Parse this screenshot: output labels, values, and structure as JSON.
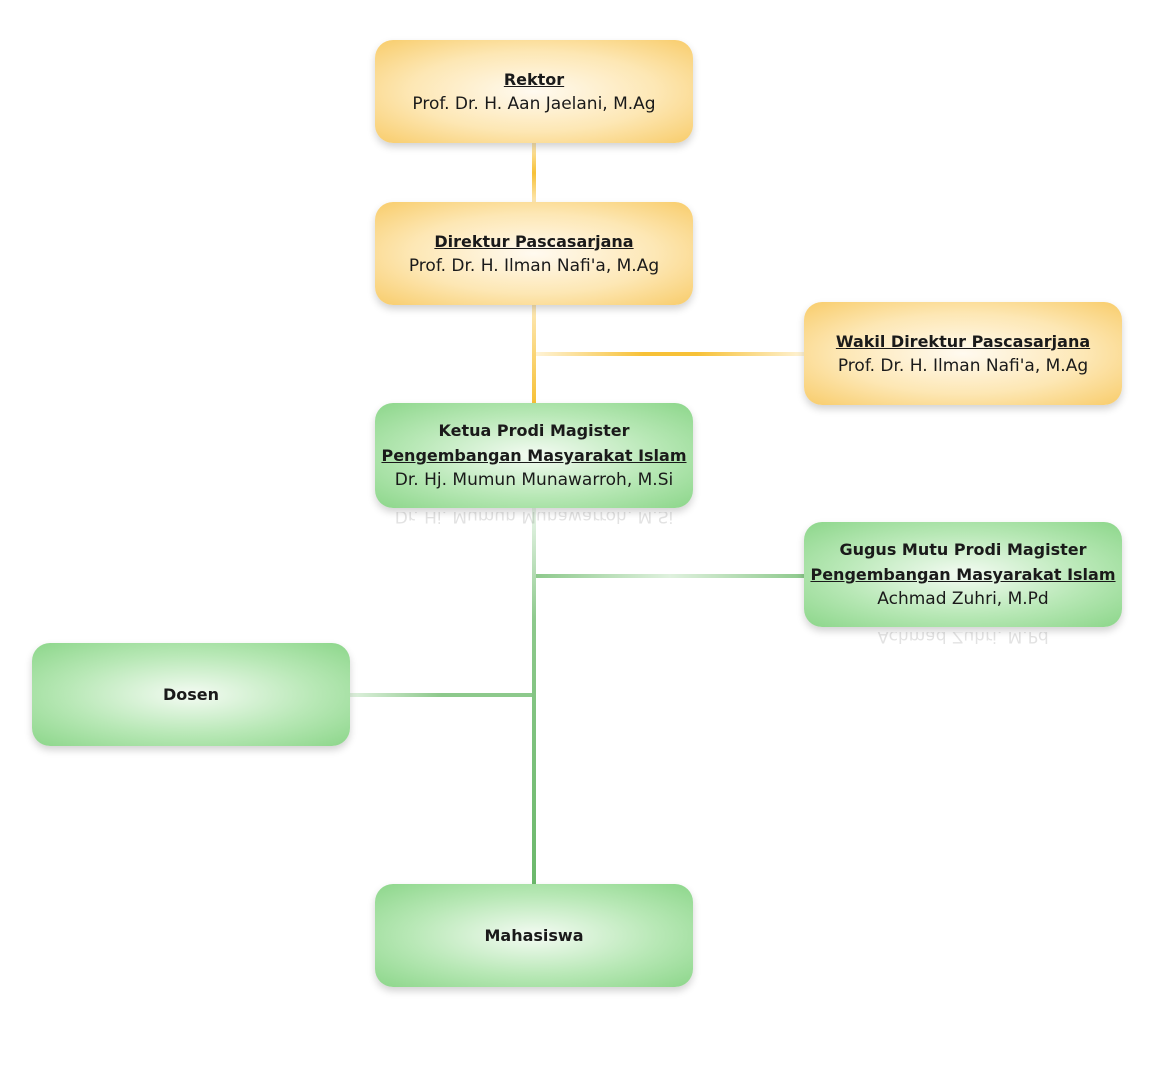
{
  "colors": {
    "yellow_line": "#f7c137",
    "green_line": "#6bb86b"
  },
  "nodes": {
    "rektor": {
      "title": "Rektor",
      "name": "Prof. Dr. H. Aan Jaelani, M.Ag"
    },
    "direktur": {
      "title": "Direktur Pascasarjana",
      "name": "Prof. Dr. H. Ilman Nafi'a, M.Ag"
    },
    "wakil": {
      "title": "Wakil Direktur Pascasarjana",
      "name": "Prof. Dr. H. Ilman Nafi'a, M.Ag"
    },
    "ketua": {
      "title_line1": "Ketua Prodi Magister",
      "title_line2": "Pengembangan Masyarakat Islam",
      "name": "Dr. Hj. Mumun Munawarroh, M.Si"
    },
    "gugus": {
      "title_line1": "Gugus Mutu Prodi Magister",
      "title_line2": "Pengembangan Masyarakat Islam",
      "name": "Achmad Zuhri, M.Pd"
    },
    "dosen": {
      "title": "Dosen"
    },
    "mahasiswa": {
      "title": "Mahasiswa"
    }
  }
}
